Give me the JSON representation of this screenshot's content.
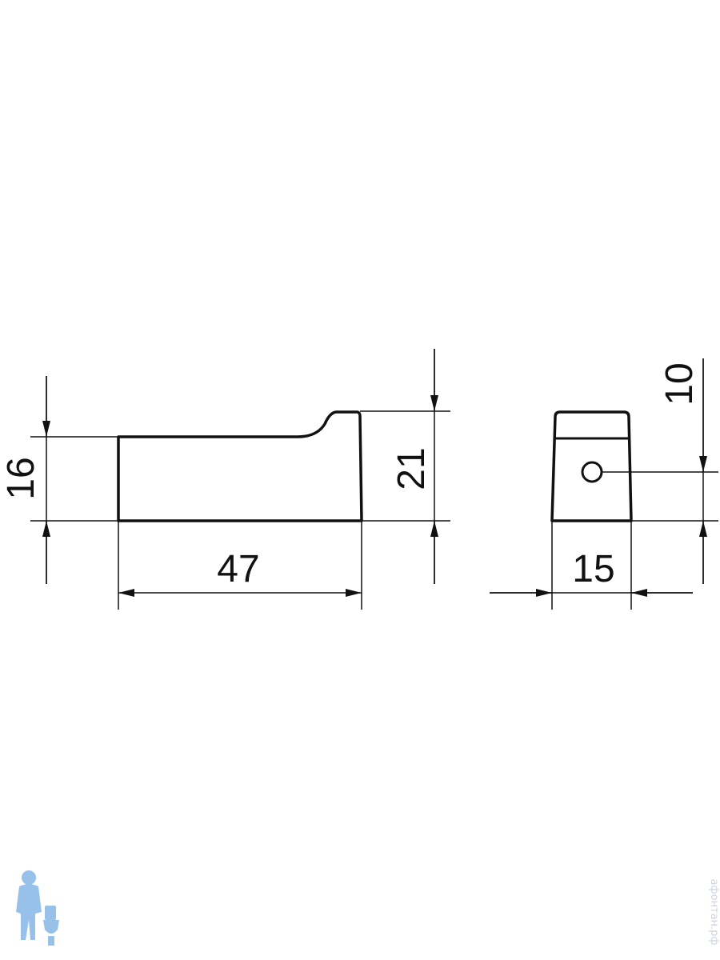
{
  "dimensions": {
    "height_side": "16",
    "height_total": "21",
    "length": "47",
    "width": "15",
    "hole_offset": "10"
  },
  "watermark": {
    "text": "афонтан.рф",
    "logo_color": "#7fb2e6"
  },
  "colors": {
    "line": "#111111",
    "background": "#ffffff"
  }
}
